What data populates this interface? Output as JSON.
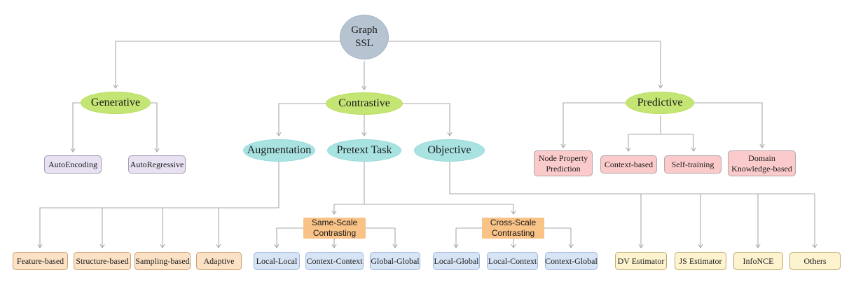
{
  "colors": {
    "line": "#a9a9a9",
    "root_fill": "#b6c4d1",
    "root_border": "#a5b6c5",
    "level1_fill": "#c4e573",
    "level1_border": "#b8dd60",
    "level2_fill": "#a8e3e2",
    "level2_border": "#97d9d8",
    "purple_fill": "#e8e1f1",
    "purple_border": "#a69cb4",
    "pink_fill": "#fbcbcb",
    "pink_border": "#b3a4a8",
    "peach_fill": "#fbe2c5",
    "peach_border": "#cc9e72",
    "orange_fill": "#f9c287",
    "blue_fill": "#d7e4f5",
    "blue_border": "#9eb8da",
    "yellow_fill": "#fdf3cf",
    "yellow_border": "#bcaa70"
  },
  "root": {
    "label": "Graph\nSSL"
  },
  "generative": {
    "label": "Generative",
    "children": [
      {
        "label": "AutoEncoding"
      },
      {
        "label": "AutoRegressive"
      }
    ]
  },
  "contrastive": {
    "label": "Contrastive",
    "augmentation": {
      "label": "Augmentation",
      "children": [
        {
          "label": "Feature-based"
        },
        {
          "label": "Structure-based"
        },
        {
          "label": "Sampling-based"
        },
        {
          "label": "Adaptive"
        }
      ]
    },
    "pretext_task": {
      "label": "Pretext Task",
      "same_scale": {
        "label": "Same-Scale Contrasting",
        "children": [
          {
            "label": "Local-Local"
          },
          {
            "label": "Context-Context"
          },
          {
            "label": "Global-Global"
          }
        ]
      },
      "cross_scale": {
        "label": "Cross-Scale Contrasting",
        "children": [
          {
            "label": "Local-Global"
          },
          {
            "label": "Local-Context"
          },
          {
            "label": "Context-Global"
          }
        ]
      }
    },
    "objective": {
      "label": "Objective",
      "children": [
        {
          "label": "DV Estimator"
        },
        {
          "label": "JS Estimator"
        },
        {
          "label": "InfoNCE"
        },
        {
          "label": "Others"
        }
      ]
    }
  },
  "predictive": {
    "label": "Predictive",
    "children": [
      {
        "label": "Node Property Prediction"
      },
      {
        "label": "Context-based"
      },
      {
        "label": "Self-training"
      },
      {
        "label": "Domain Knowledge-based"
      }
    ]
  }
}
